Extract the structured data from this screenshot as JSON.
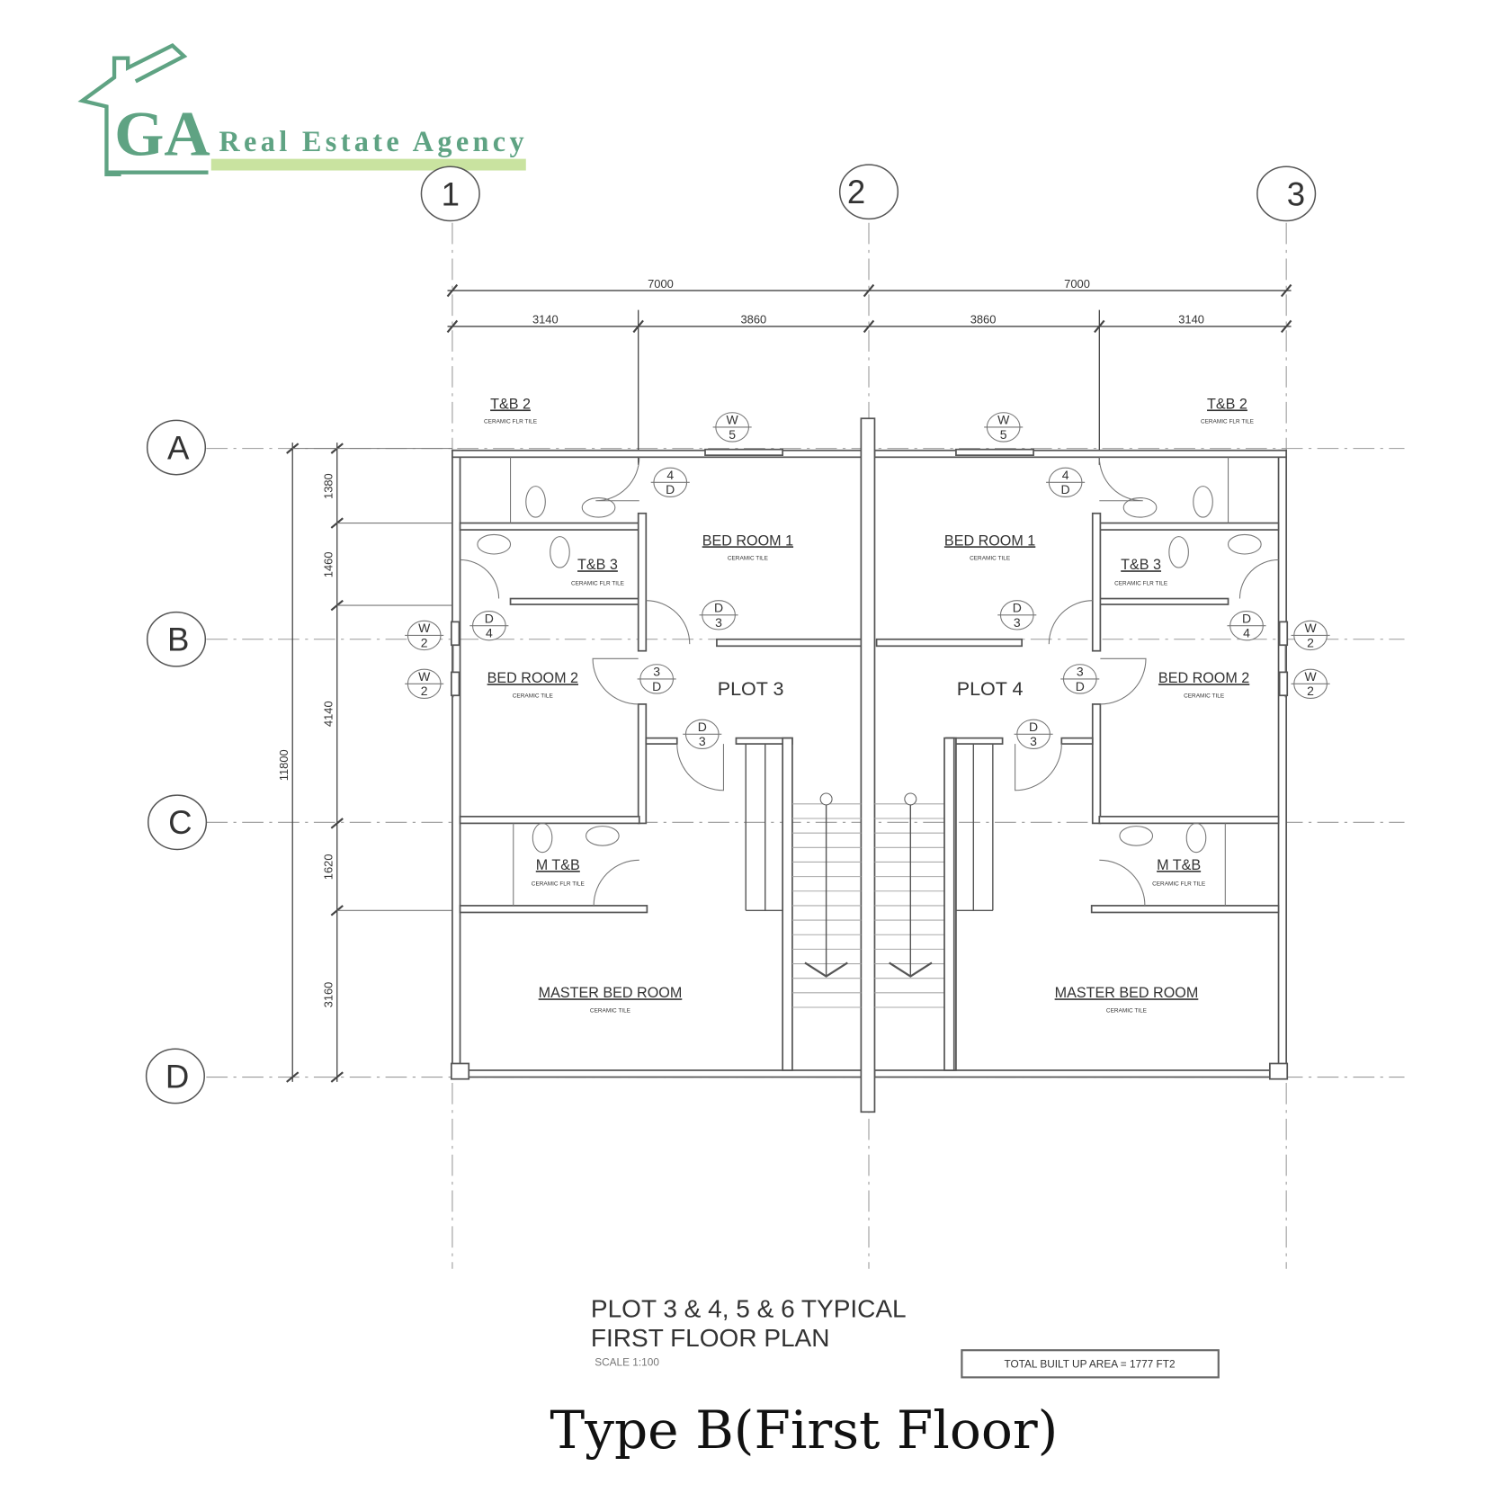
{
  "logo": {
    "initials": "GA",
    "name": "Real Estate Agency",
    "color": "#5fa383",
    "bar_color": "#c9e3a0"
  },
  "grid": {
    "columns": [
      "1",
      "2",
      "3"
    ],
    "rows": [
      "A",
      "B",
      "C",
      "D"
    ]
  },
  "dimensions": {
    "top_overall": [
      "7000",
      "7000"
    ],
    "top_sub": [
      "3140",
      "3860",
      "3860",
      "3140"
    ],
    "left_overall": "11800",
    "left_sub": [
      "1380",
      "1460",
      "4140",
      "1620",
      "3160"
    ]
  },
  "rooms": {
    "plot3": {
      "label": "PLOT 3",
      "tb2": "T&B 2",
      "tb3": "T&B 3",
      "bed1": "BED ROOM 1",
      "bed2": "BED ROOM 2",
      "mtb": "M T&B",
      "master": "MASTER BED ROOM"
    },
    "plot4": {
      "label": "PLOT 4",
      "tb2": "T&B 2",
      "tb3": "T&B 3",
      "bed1": "BED ROOM 1",
      "bed2": "BED ROOM 2",
      "mtb": "M T&B",
      "master": "MASTER BED ROOM"
    },
    "finish": "CERAMIC TILE",
    "finish_wet": "CERAMIC FLR TILE"
  },
  "tags": {
    "w5": [
      "W",
      "5"
    ],
    "d4": [
      "4",
      "D"
    ],
    "d3": [
      "D",
      "3"
    ],
    "d3b": [
      "3",
      "D"
    ],
    "w2": [
      "W",
      "2"
    ],
    "d4b": [
      "D",
      "4"
    ]
  },
  "title_block": {
    "line1": "PLOT 3 & 4, 5 & 6 TYPICAL",
    "line2": "FIRST FLOOR PLAN",
    "scale": "SCALE 1:100",
    "area": "TOTAL BUILT UP AREA = 1777 FT2"
  },
  "caption": "Type B(First Floor)"
}
